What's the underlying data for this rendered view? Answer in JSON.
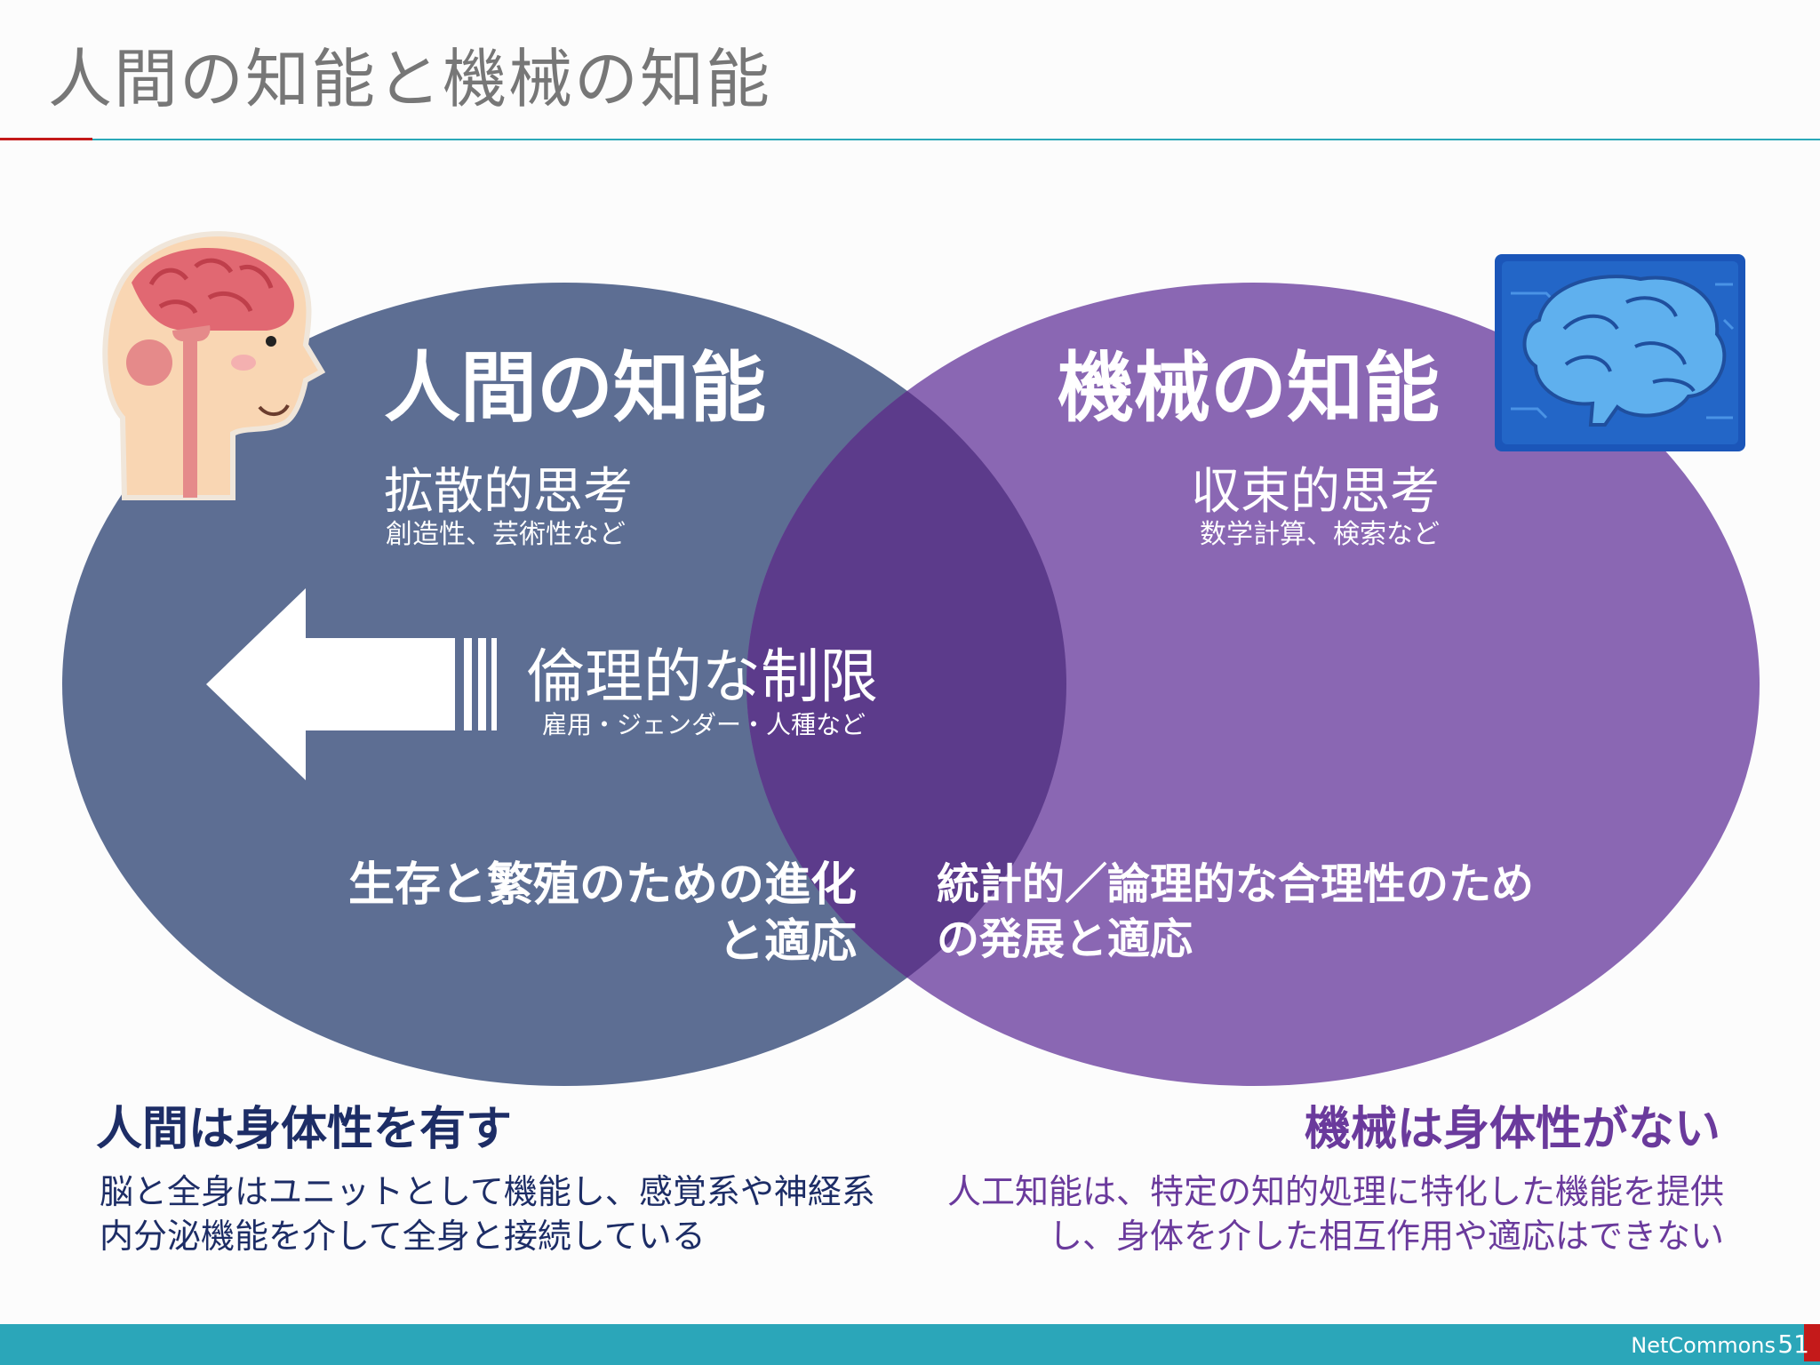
{
  "slide": {
    "title": "人間の知能と機械の知能",
    "page_number": "51",
    "brand": "NetCommons"
  },
  "colors": {
    "accent_red": "#c41a1a",
    "accent_teal": "#2aa9b8",
    "footer_teal": "#2ba6b9",
    "human_ellipse": "#5d6e93",
    "machine_ellipse": "#8a67b3",
    "overlap": "#5c3b8b",
    "human_text": "#1d2d66",
    "machine_text": "#6a3a9c"
  },
  "human": {
    "heading": "人間の知能",
    "thinking": "拡散的思考",
    "thinking_examples": "創造性、芸術性など",
    "evolution": "生存と繁殖のための進化と適応",
    "body_title": "人間は身体性を有す",
    "body_desc": "脳と全身はユニットとして機能し、感覚系や神経系内分泌機能を介して全身と接続している",
    "icon": "human-head-brain-icon"
  },
  "machine": {
    "heading": "機械の知能",
    "thinking": "収束的思考",
    "thinking_examples": "数学計算、検索など",
    "evolution": "統計的／論理的な合理性のための発展と適応",
    "body_title": "機械は身体性がない",
    "body_desc": "人工知能は、特定の知的処理に特化した機能を提供し、身体を介した相互作用や適応はできない",
    "icon": "digital-brain-chip-icon"
  },
  "ethics": {
    "title": "倫理的な制限",
    "examples": "雇用・ジェンダー・人種など",
    "arrow_icon": "left-arrow-icon"
  }
}
